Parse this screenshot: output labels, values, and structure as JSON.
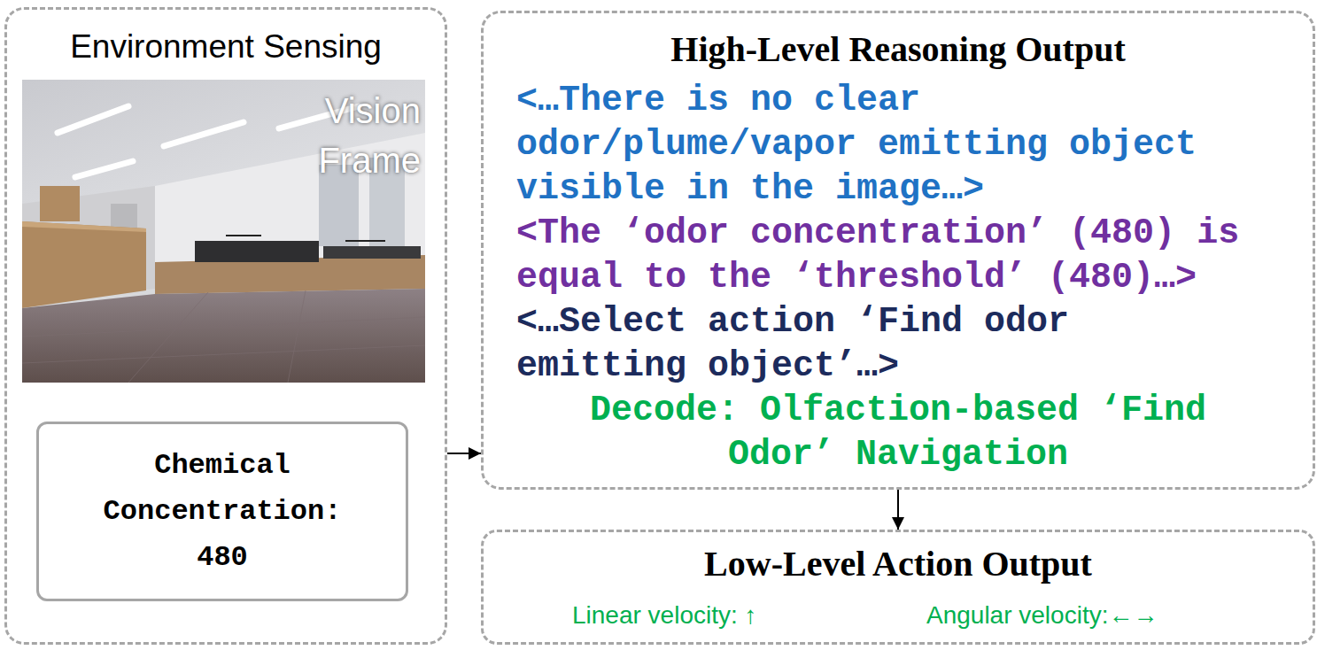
{
  "diagram": {
    "nodes": [
      {
        "text": [
          "Environment Sensing"
        ]
      },
      {
        "text": [
          "Vision Frame"
        ],
        "in": 0
      },
      {
        "text": [
          "Chemical Concentration: 480"
        ],
        "in": 0
      },
      {
        "text": [
          "High-Level Reasoning Output",
          "<…There is no clear odor/plume/vapor emitting object visible in the image…>",
          "<The ‘odor concentration’ (480) is equal to the ‘threshold’ (480)…>",
          "<…Select action ‘Find odor emitting object’…>",
          "Decode: Olfaction-based ‘Find Odor’ Navigation"
        ]
      },
      {
        "text": [
          "Low-Level Action Output",
          "Linear velocity: ↑",
          "Angular velocity:←→"
        ]
      }
    ],
    "edges": [
      {
        "from": 0,
        "to": 3,
        "arrow": "to"
      },
      {
        "from": 3,
        "to": 4,
        "arrow": "to"
      }
    ]
  }
}
